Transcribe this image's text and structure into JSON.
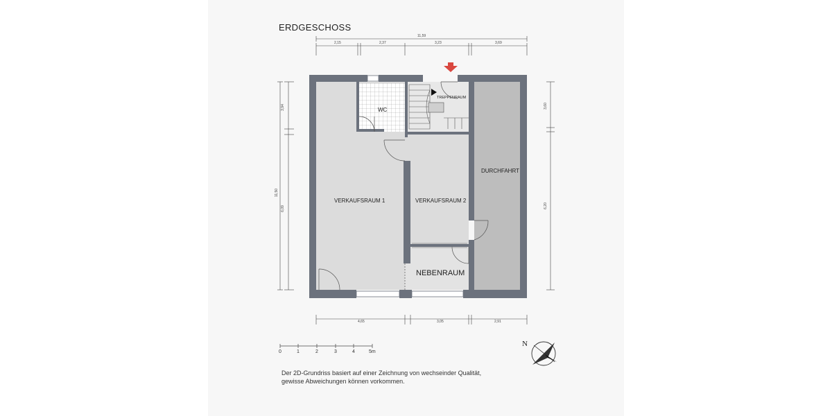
{
  "title": "ERDGESCHOSS",
  "rooms": {
    "wc": "WC",
    "treppenraum": "TREPPENRAUM",
    "verkaufsraum1": "VERKAUFSRAUM 1",
    "verkaufsraum2": "VERKAUFSRAUM 2",
    "durchfahrt": "DURCHFAHRT",
    "nebenraum": "NEBENRAUM"
  },
  "dimensions": {
    "top_total": "11,59",
    "top_segments": [
      "2,15",
      "2,37",
      "3,23",
      "3,69"
    ],
    "bottom_segments": [
      "4,65",
      "3,05",
      "2,91"
    ],
    "left_total": "11,50",
    "left_segments": [
      "3,94",
      "6,09"
    ],
    "right_segments": [
      "3,60",
      "6,20"
    ]
  },
  "scale_bar": {
    "labels": [
      "0",
      "1",
      "2",
      "3",
      "4",
      "5m"
    ]
  },
  "north_label": "N",
  "disclaimer": {
    "line1": "Der 2D-Grundriss basiert auf einer Zeichnung von wechseinder Qualität,",
    "line2": "gewisse Abweichungen können vorkommen."
  },
  "colors": {
    "wall": "#6c727d",
    "floor": "#dcdcdc",
    "durchfahrt": "#bdbdbd",
    "entrance_arrow": "#d9473f"
  }
}
